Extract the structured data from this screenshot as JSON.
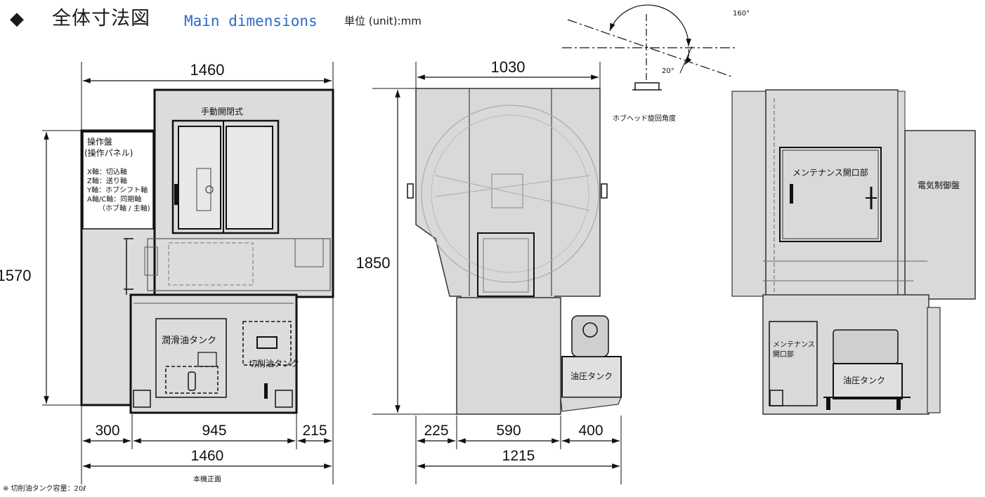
{
  "header": {
    "diamond": "◆",
    "title_ja": "全体寸法図",
    "title_en": "Main dimensions",
    "unit": "単位 (unit):mm"
  },
  "front_view": {
    "width_top": "1460",
    "height": "1570",
    "door_label": "手動開閉式",
    "panel_title": "操作盤",
    "panel_sub": "(操作パネル)",
    "axis_x": "X軸：切込軸",
    "axis_z": "Z軸：送り軸",
    "axis_y": "Y軸：ホブシフト軸",
    "axis_ac": "A軸/C軸：同期軸",
    "axis_ac_sub": "（ホブ軸 / 主軸)",
    "lube_tank": "潤滑油タンク",
    "coolant_tank": "切削油タンク",
    "dim_left": "300",
    "dim_mid": "945",
    "dim_right": "215",
    "width_bottom": "1460",
    "caption": "本機正面"
  },
  "side_view": {
    "width_top": "1030",
    "height": "1850",
    "hydraulic_tank": "油圧タンク",
    "dim_left": "225",
    "dim_mid": "590",
    "dim_right": "400",
    "width_bottom": "1215"
  },
  "angle_diagram": {
    "angle_top": "160°",
    "angle_bottom": "20°",
    "caption": "ホブヘッド旋回角度"
  },
  "rear_view": {
    "maintenance_top": "メンテナンス開口部",
    "electric_panel": "電気制御盤",
    "maintenance_bottom_1": "メンテナンス",
    "maintenance_bottom_2": "開口部",
    "hydraulic_tank": "油圧タンク"
  },
  "footnote": "※ 切削油タンク容量：20ℓ",
  "colors": {
    "title_en": "#2c6bc4",
    "body_fill": "#d9d9d9",
    "outline": "#1a1a1a"
  }
}
